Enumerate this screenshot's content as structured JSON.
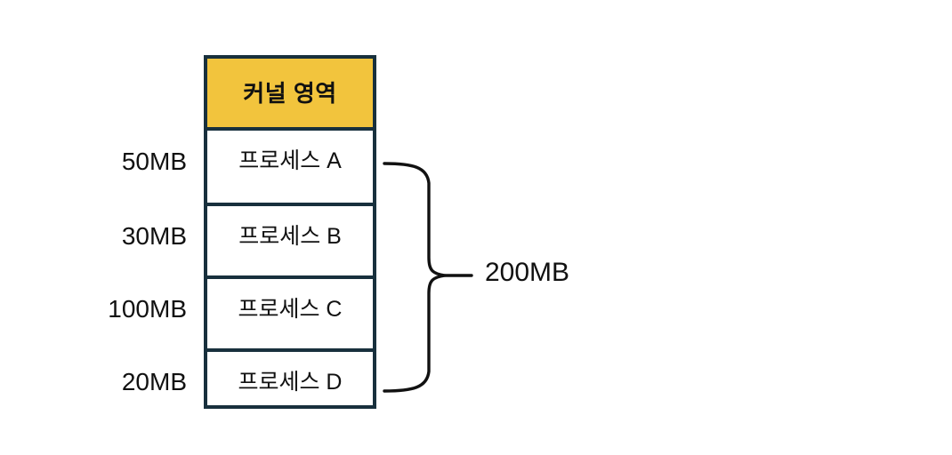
{
  "diagram": {
    "title": "",
    "colors": {
      "kernel_band": "#F2C43D",
      "border": "#18303D",
      "text": "#111111",
      "background": "#FFFFFF"
    },
    "memory_column": {
      "kernel_band_label": "커널 영역",
      "rows": [
        {
          "name": "프로세스 A",
          "size": "50MB"
        },
        {
          "name": "프로세스 B",
          "size": "30MB"
        },
        {
          "name": "프로세스 C",
          "size": "100MB"
        },
        {
          "name": "프로세스 D",
          "size": "20MB"
        }
      ]
    },
    "annotation": {
      "brace_total_label": "200MB",
      "brace_spans_rows": [
        "프로세스 A",
        "프로세스 D"
      ]
    }
  }
}
